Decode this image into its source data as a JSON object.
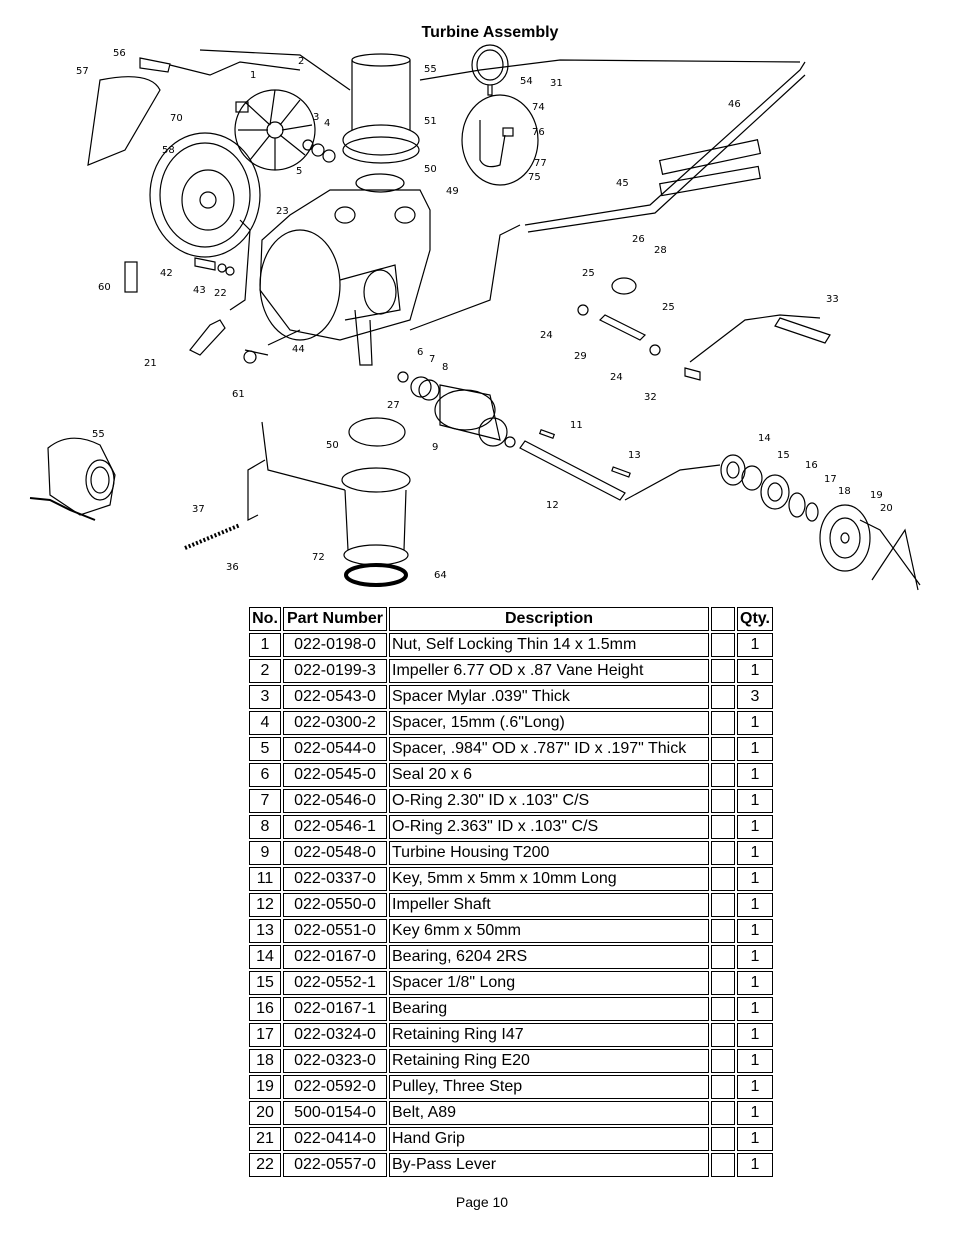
{
  "page_title": "Turbine Assembly",
  "footer": "Page 10",
  "callouts": [
    "1",
    "2",
    "3",
    "4",
    "5",
    "6",
    "7",
    "8",
    "9",
    "11",
    "12",
    "13",
    "14",
    "15",
    "16",
    "17",
    "18",
    "19",
    "20",
    "21",
    "22",
    "23",
    "24",
    "24",
    "25",
    "25",
    "26",
    "27",
    "28",
    "29",
    "31",
    "32",
    "33",
    "36",
    "37",
    "42",
    "43",
    "44",
    "45",
    "46",
    "49",
    "50",
    "50",
    "51",
    "54",
    "55",
    "55",
    "56",
    "57",
    "58",
    "60",
    "61",
    "64",
    "70",
    "72",
    "74",
    "75",
    "76",
    "77"
  ],
  "table": {
    "headers": [
      "No.",
      "Part Number",
      "Description",
      "",
      "Qty."
    ],
    "rows": [
      {
        "no": "1",
        "pn": "022-0198-0",
        "desc": "Nut, Self Locking Thin 14 x 1.5mm",
        "qty": "1"
      },
      {
        "no": "2",
        "pn": "022-0199-3",
        "desc": "Impeller 6.77 OD x .87 Vane Height",
        "qty": "1"
      },
      {
        "no": "3",
        "pn": "022-0543-0",
        "desc": "Spacer Mylar .039\" Thick",
        "qty": "3"
      },
      {
        "no": "4",
        "pn": "022-0300-2",
        "desc": "Spacer, 15mm (.6\"Long)",
        "qty": "1"
      },
      {
        "no": "5",
        "pn": "022-0544-0",
        "desc": "Spacer, .984\" OD x .787\" ID x .197\" Thick",
        "qty": "1"
      },
      {
        "no": "6",
        "pn": "022-0545-0",
        "desc": "Seal 20 x 6",
        "qty": "1"
      },
      {
        "no": "7",
        "pn": "022-0546-0",
        "desc": "O-Ring 2.30\" ID x .103\" C/S",
        "qty": "1"
      },
      {
        "no": "8",
        "pn": "022-0546-1",
        "desc": "O-Ring 2.363\" ID x .103\" C/S",
        "qty": "1"
      },
      {
        "no": "9",
        "pn": "022-0548-0",
        "desc": "Turbine Housing T200",
        "qty": "1"
      },
      {
        "no": "11",
        "pn": "022-0337-0",
        "desc": "Key, 5mm x 5mm x 10mm Long",
        "qty": "1"
      },
      {
        "no": "12",
        "pn": "022-0550-0",
        "desc": "Impeller Shaft",
        "qty": "1"
      },
      {
        "no": "13",
        "pn": "022-0551-0",
        "desc": "Key 6mm x 50mm",
        "qty": "1"
      },
      {
        "no": "14",
        "pn": "022-0167-0",
        "desc": "Bearing, 6204 2RS",
        "qty": "1"
      },
      {
        "no": "15",
        "pn": "022-0552-1",
        "desc": "Spacer 1/8\" Long",
        "qty": "1"
      },
      {
        "no": "16",
        "pn": "022-0167-1",
        "desc": "Bearing",
        "qty": "1"
      },
      {
        "no": "17",
        "pn": "022-0324-0",
        "desc": "Retaining Ring I47",
        "qty": "1"
      },
      {
        "no": "18",
        "pn": "022-0323-0",
        "desc": "Retaining Ring E20",
        "qty": "1"
      },
      {
        "no": "19",
        "pn": "022-0592-0",
        "desc": "Pulley, Three Step",
        "qty": "1"
      },
      {
        "no": "20",
        "pn": "500-0154-0",
        "desc": "Belt, A89",
        "qty": "1"
      },
      {
        "no": "21",
        "pn": "022-0414-0",
        "desc": "Hand Grip",
        "qty": "1"
      },
      {
        "no": "22",
        "pn": "022-0557-0",
        "desc": "By-Pass Lever",
        "qty": "1"
      }
    ]
  }
}
